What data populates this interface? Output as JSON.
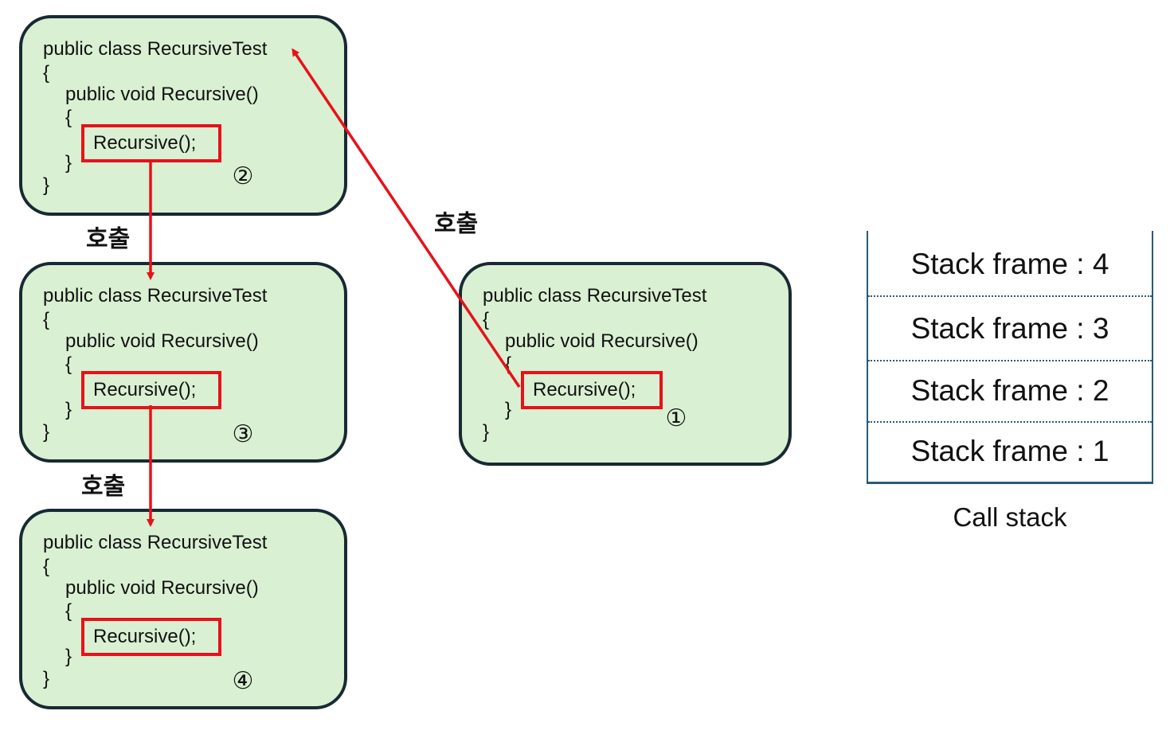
{
  "frames": [
    {
      "id": "box-1",
      "class_line": "public class RecursiveTest",
      "open_brace": "{",
      "method_line": "public void Recursive()",
      "method_open": "{",
      "call": "Recursive();",
      "method_close": "}",
      "class_close": "}",
      "marker": "①"
    },
    {
      "id": "box-2",
      "class_line": "public class RecursiveTest",
      "open_brace": "{",
      "method_line": "public void Recursive()",
      "method_open": "{",
      "call": "Recursive();",
      "method_close": "}",
      "class_close": "}",
      "marker": "②"
    },
    {
      "id": "box-3",
      "class_line": "public class RecursiveTest",
      "open_brace": "{",
      "method_line": "public void Recursive()",
      "method_open": "{",
      "call": "Recursive();",
      "method_close": "}",
      "class_close": "}",
      "marker": "③"
    },
    {
      "id": "box-4",
      "class_line": "public class RecursiveTest",
      "open_brace": "{",
      "method_line": "public void Recursive()",
      "method_open": "{",
      "call": "Recursive();",
      "method_close": "}",
      "class_close": "}",
      "marker": "④"
    }
  ],
  "call_labels": [
    "호출",
    "호출",
    "호출"
  ],
  "call_stack": {
    "frames": [
      "Stack frame : 4",
      "Stack frame : 3",
      "Stack frame : 2",
      "Stack frame : 1"
    ],
    "caption": "Call stack"
  },
  "colors": {
    "box_fill": "#d9f0d2",
    "box_border": "#172a33",
    "arrow": "#e8111a",
    "stack_border": "#2a5a77"
  }
}
